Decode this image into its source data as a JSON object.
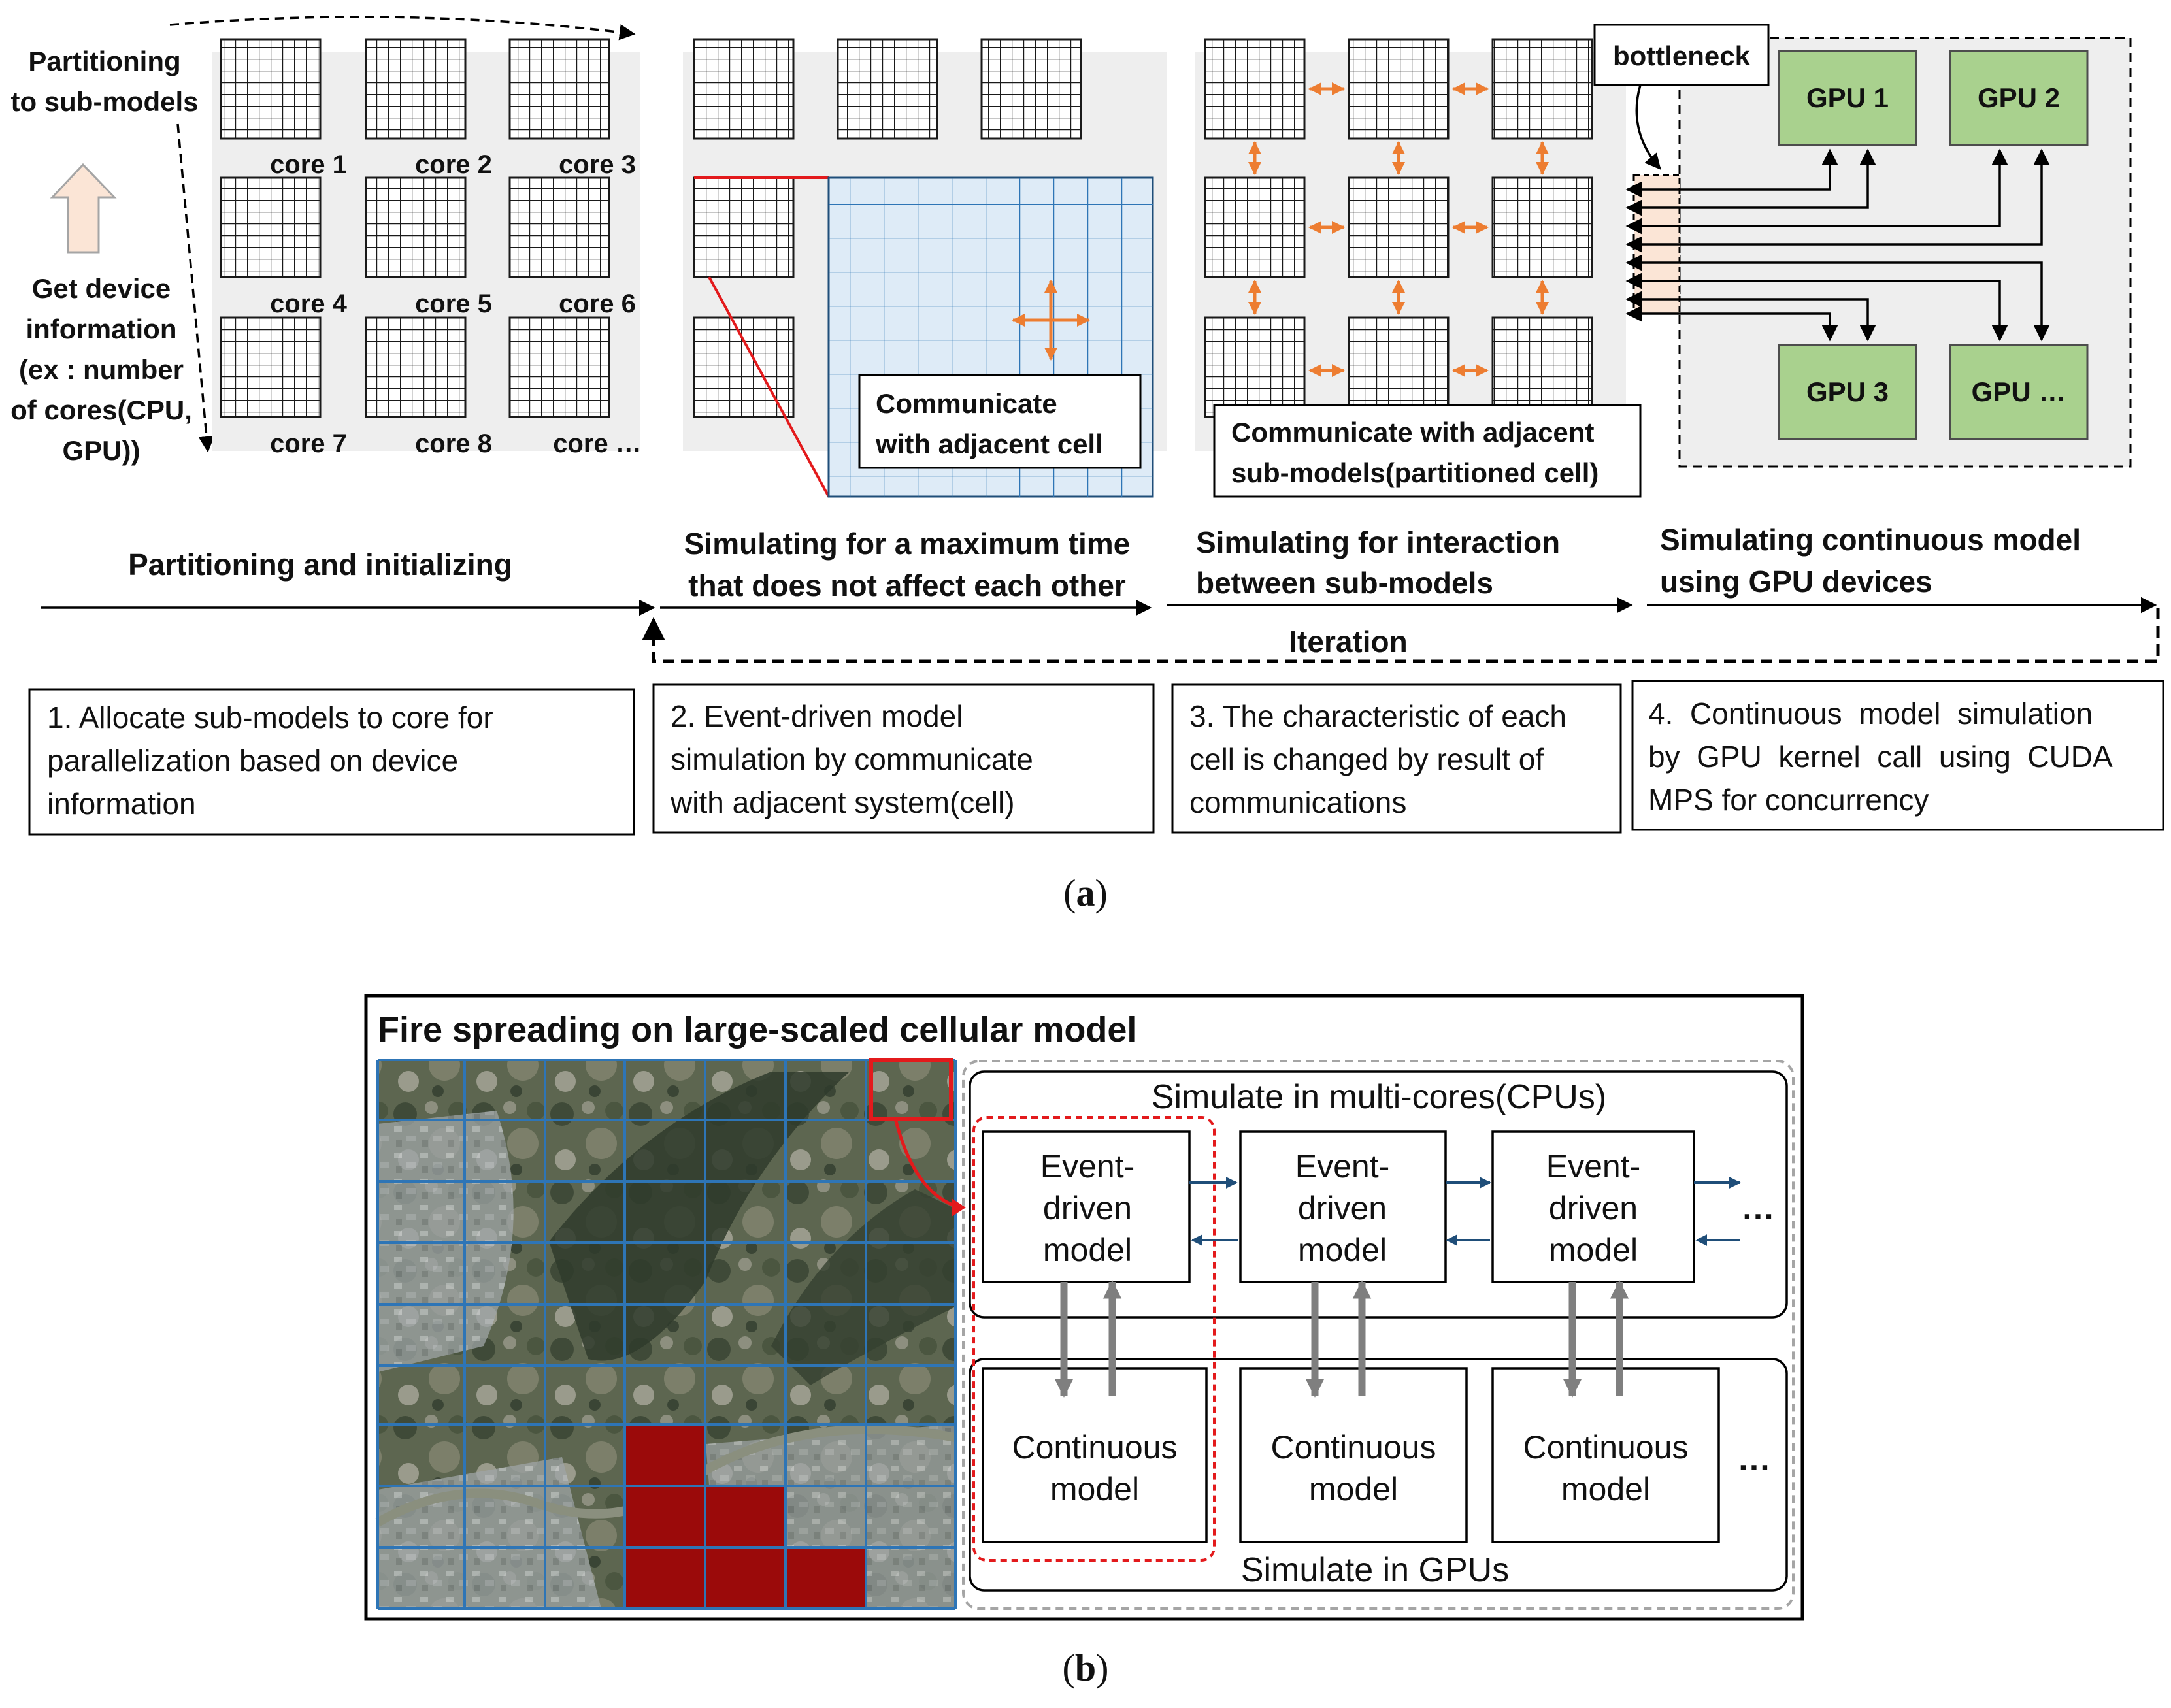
{
  "panel_a": {
    "left_notes": {
      "partitioning": [
        "Partitioning",
        "to sub-models"
      ],
      "device_info": [
        "Get device",
        "information",
        "(ex : number",
        "of cores(CPU,",
        "GPU))"
      ]
    },
    "core_labels": [
      "core 1",
      "core 2",
      "core 3",
      "core 4",
      "core 5",
      "core 6",
      "core 7",
      "core 8",
      "core …"
    ],
    "communicate_cell": [
      "Communicate",
      "with adjacent cell"
    ],
    "communicate_submodels": [
      "Communicate with adjacent",
      "sub-models(partitioned cell)"
    ],
    "bottleneck": "bottleneck",
    "gpus": [
      "GPU 1",
      "GPU 2",
      "GPU 3",
      "GPU …"
    ],
    "phases": {
      "p1": [
        "Partitioning and initializing"
      ],
      "p2": [
        "Simulating for a maximum time",
        "that does not affect each other"
      ],
      "p3": [
        "Simulating for interaction",
        "between sub-models"
      ],
      "p4": [
        "Simulating continuous model",
        "using GPU devices"
      ]
    },
    "iteration": "Iteration",
    "steps": {
      "s1": [
        "1. Allocate sub-models to core for",
        "parallelization based on device",
        "information"
      ],
      "s2": [
        "2. Event-driven model",
        "simulation by communicate",
        "with adjacent system(cell)"
      ],
      "s3": [
        "3. The characteristic of each",
        "cell is changed by result of",
        "communications"
      ],
      "s4": [
        "4.  Continuous  model  simulation",
        "by  GPU  kernel  call  using  CUDA",
        "MPS for concurrency"
      ]
    },
    "caption": [
      "(",
      "a",
      ")"
    ]
  },
  "panel_b": {
    "title": "Fire spreading on large-scaled cellular model",
    "multi_core_label": "Simulate in multi-cores(CPUs)",
    "gpu_label": "Simulate in GPUs",
    "event_model": [
      "Event-",
      "driven",
      "model"
    ],
    "continuous_model": [
      "Continuous",
      "model"
    ],
    "ellipsis": "…",
    "caption": [
      "(",
      "b",
      ")"
    ]
  },
  "colors": {
    "accent_orange": "#ED7D31",
    "gpu_green": "#A9D18E",
    "grid_blue": "#2E75B6",
    "fire_red": "#9B0A0A",
    "highlight_red": "#E31A1C",
    "cell_fill": "#DEEBF7",
    "arrow_navy": "#1F4E79"
  }
}
